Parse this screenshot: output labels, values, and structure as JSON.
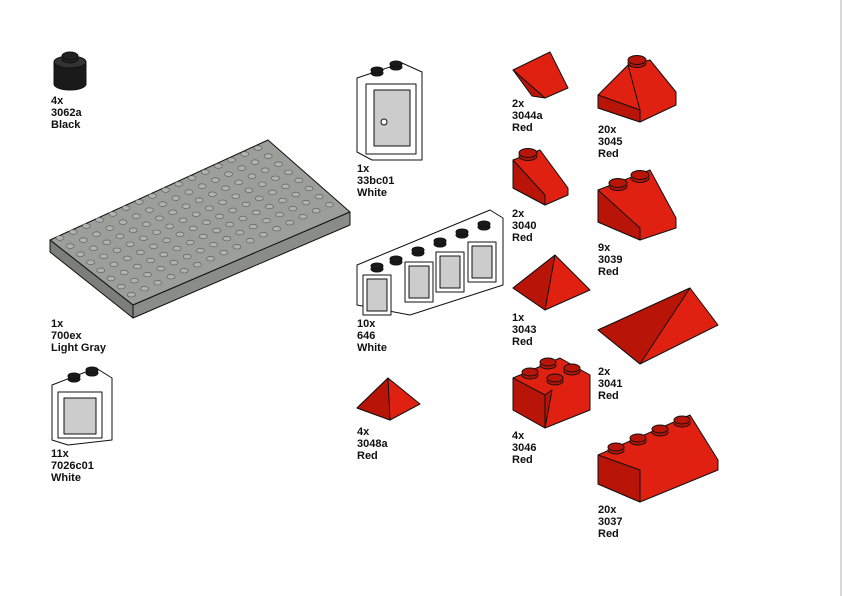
{
  "colors": {
    "red": "#e02010",
    "red_dark": "#b81408",
    "gray": "#9c9e9a",
    "gray_dark": "#7c7e7a",
    "white": "#ffffff",
    "black": "#1a1a1a"
  },
  "parts": [
    {
      "qty": "4x",
      "part": "3062a",
      "color": "Black",
      "icon": "round-brick-icon"
    },
    {
      "qty": "1x",
      "part": "700ex",
      "color": "Light Gray",
      "icon": "baseplate-icon"
    },
    {
      "qty": "11x",
      "part": "7026c01",
      "color": "White",
      "icon": "window-icon"
    },
    {
      "qty": "1x",
      "part": "33bc01",
      "color": "White",
      "icon": "door-icon"
    },
    {
      "qty": "10x",
      "part": "646",
      "color": "White",
      "icon": "window-frame-icon"
    },
    {
      "qty": "4x",
      "part": "3048a",
      "color": "Red",
      "icon": "slope-ridge-icon"
    },
    {
      "qty": "2x",
      "part": "3044a",
      "color": "Red",
      "icon": "slope-icon"
    },
    {
      "qty": "2x",
      "part": "3040",
      "color": "Red",
      "icon": "slope-icon"
    },
    {
      "qty": "1x",
      "part": "3043",
      "color": "Red",
      "icon": "slope-ridge-icon"
    },
    {
      "qty": "4x",
      "part": "3046",
      "color": "Red",
      "icon": "slope-corner-icon"
    },
    {
      "qty": "20x",
      "part": "3045",
      "color": "Red",
      "icon": "slope-corner-icon"
    },
    {
      "qty": "9x",
      "part": "3039",
      "color": "Red",
      "icon": "slope-icon"
    },
    {
      "qty": "2x",
      "part": "3041",
      "color": "Red",
      "icon": "slope-ridge-icon"
    },
    {
      "qty": "20x",
      "part": "3037",
      "color": "Red",
      "icon": "slope-icon"
    }
  ]
}
